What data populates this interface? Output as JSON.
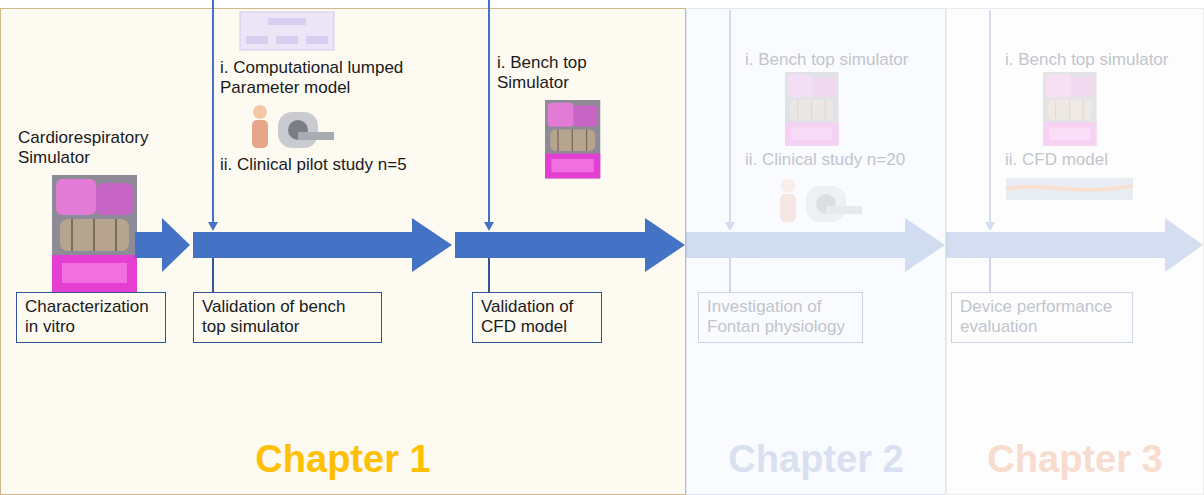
{
  "diagram": {
    "nodes": [
      {
        "text": [
          "Chapter 1"
        ]
      },
      {
        "text": [
          "Characterization in vitro"
        ],
        "in": 0
      },
      {
        "text": [
          "Validation of bench top simulator"
        ],
        "in": 0
      },
      {
        "text": [
          "Validation of CFD model"
        ],
        "in": 0
      },
      {
        "text": [
          "Chapter 2"
        ]
      },
      {
        "text": [
          "Investigation of Fontan physiology"
        ],
        "in": 4
      },
      {
        "text": [
          "Chapter 3"
        ]
      },
      {
        "text": [
          "Device performance evaluation"
        ],
        "in": 6
      }
    ],
    "labels": [
      "Cardiorespiratory Simulator",
      "i. Computational lumped Parameter model",
      "ii. Clinical pilot study n=5",
      "i. Bench top Simulator",
      "i. Bench top simulator",
      "ii. Clinical study n=20",
      "i. Bench top simulator",
      "ii. CFD model"
    ]
  }
}
